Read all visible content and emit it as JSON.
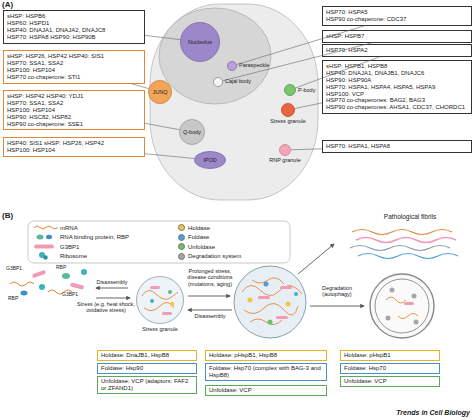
{
  "diagram": {
    "nodes": [
      {
        "text": [
          "sHSP: HSPB6",
          "HSP60: HSPD1",
          "HSP40: DNAJA1, DNAJA2, DNAJC8",
          "HSP70: HSPA8 HSP90: HSP90B"
        ]
      },
      {
        "text": [
          "sHSP: HSP26, HSP42 HSP40: SIS1",
          "HSP70: SSA1, SSA2",
          "HSP100: HSP104",
          "HSP70 co-chaperone: STI1"
        ]
      },
      {
        "text": [
          "sHSP: HSP42 HSP40: YDJ1",
          "HSP70: SSA1, SSA2",
          "HSP100: HSP104",
          "HSP90: HSC82, HSP82",
          "HSP90 co-chaperone: SSE1"
        ]
      },
      {
        "text": [
          "HSP40: SIS1 sHSP: HSP26, HSP42",
          "HSP100: HSP104"
        ]
      },
      {
        "text": [
          "HSP70: HSPA5",
          "HSP90 co-chaperone: CDC37"
        ]
      },
      {
        "text": [
          "sHSP: HSPB7"
        ]
      },
      {
        "text": [
          "HSP70: HSPA2"
        ]
      },
      {
        "text": [
          "sHSP: HSPB1, HSPB8",
          "HSP40: DNAJA1, DNAJB1, DNAJC6",
          "HSP90: HSP90A",
          "HSP70: HSPA1, HSPA4, HSPA5, HSPA9",
          "HSP100: VCP",
          "HSP70 co-chaperones: BAG2, BAG3",
          "HSP90 co-chaperones: AHSA1, CDC37, CHORDC1"
        ]
      },
      {
        "text": [
          "HSP70: HSPA1, HSPA8"
        ]
      },
      {
        "text": [
          "Nucleolus"
        ]
      },
      {
        "text": [
          "Paraspeckle"
        ]
      },
      {
        "text": [
          "Cajal body"
        ]
      },
      {
        "text": [
          "JUNQ"
        ]
      },
      {
        "text": [
          "P-body"
        ]
      },
      {
        "text": [
          "Stress granule"
        ]
      },
      {
        "text": [
          "Q-body"
        ]
      },
      {
        "text": [
          "IPOD"
        ]
      },
      {
        "text": [
          "RNP granule"
        ]
      },
      {
        "text": [
          "Stress granule"
        ]
      },
      {
        "text": [
          "Holdase: DnaJB1, HspB8"
        ]
      },
      {
        "text": [
          "Foldase: Hsp90"
        ]
      },
      {
        "text": [
          "Unfoldase: VCP (adaptors: FAF2 or ZFAND1)"
        ]
      },
      {
        "text": [
          "Holdase: pHspB1, HspB8"
        ]
      },
      {
        "text": [
          "Foldase: Hsp70 (complex with BAG-3 and HspB8)"
        ]
      },
      {
        "text": [
          "Unfoldase: VCP"
        ]
      },
      {
        "text": [
          "Holdase: pHspB1"
        ]
      },
      {
        "text": [
          "Foldase: Hsp70"
        ]
      },
      {
        "text": [
          "Unfoldase: VCP"
        ]
      }
    ],
    "edges": [
      {
        "from": 0,
        "to": 9,
        "arrow": "none"
      },
      {
        "from": 1,
        "to": 12,
        "arrow": "none"
      },
      {
        "from": 2,
        "to": 15,
        "arrow": "none"
      },
      {
        "from": 3,
        "to": 16,
        "arrow": "none"
      },
      {
        "from": 4,
        "to": 10,
        "arrow": "none"
      },
      {
        "from": 5,
        "to": 11,
        "arrow": "none"
      },
      {
        "from": 6,
        "to": 13,
        "arrow": "none"
      },
      {
        "from": 7,
        "to": 14,
        "arrow": "none"
      },
      {
        "from": 8,
        "to": 17,
        "arrow": "none"
      }
    ],
    "labels": [
      "(A)",
      "(B)",
      "G3BP1",
      "RBP",
      "RBP",
      "G3BP1",
      "Disassembly",
      "Stress (e.g. heat shock, oxidative stress)",
      "Prolonged stress, disease conditions (mutations, aging)",
      "Disassembly",
      "Degradation (autophagy)",
      "Pathological fibrils",
      "Trends in Cell Biology"
    ],
    "legend": [
      {
        "text": "mRNA"
      },
      {
        "text": "RNA binding protein, RBP"
      },
      {
        "text": "G3BP1"
      },
      {
        "text": "Ribosome"
      },
      {
        "text": "Holdase",
        "color": "#f5c342"
      },
      {
        "text": "Foldase",
        "color": "#4f9fd6"
      },
      {
        "text": "Unfoldase",
        "color": "#6cbf6c"
      },
      {
        "text": "Degradation system",
        "color": "#a6a6a6"
      }
    ]
  }
}
